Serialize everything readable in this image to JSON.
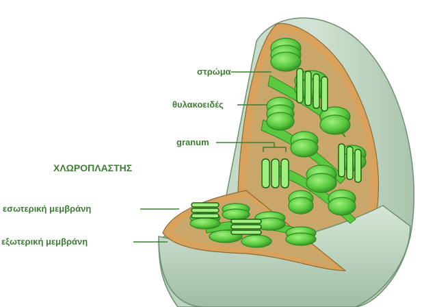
{
  "diagram": {
    "title": "ΧΛΩΡΟΠΛΑΣΤΗΣ",
    "labels": {
      "stroma": "στρώμα",
      "thylakoids": "θυλακοειδές",
      "granum": "granum",
      "inner_membrane": "εσωτερική μεμβράνη",
      "outer_membrane": "εξωτερική μεμβράνη"
    },
    "colors": {
      "label_text": "#3d7d33",
      "leader_line": "#3d7d33",
      "outer_membrane": "#c9dcc9",
      "outer_membrane_edge": "#6e8f70",
      "inner_membrane": "#d9a25c",
      "stroma": "#c9a66a",
      "thylakoid": "#59c93f",
      "thylakoid_dark": "#2f8a22",
      "thylakoid_light": "#9ef07e"
    }
  }
}
